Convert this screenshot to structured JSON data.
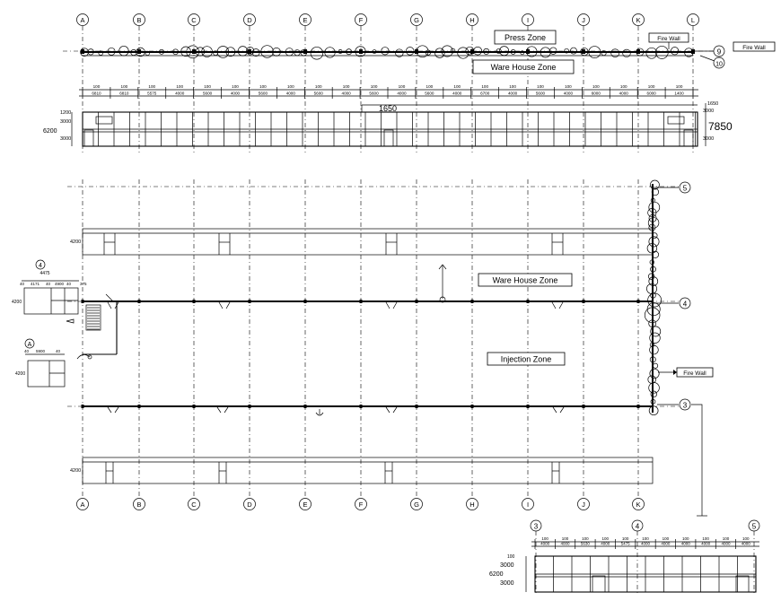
{
  "grid": {
    "letters": [
      "A",
      "B",
      "C",
      "D",
      "E",
      "F",
      "G",
      "H",
      "I",
      "J",
      "K",
      "L"
    ],
    "numbers_right": [
      "9",
      "10",
      "5",
      "4",
      "3"
    ],
    "detail_numbers": [
      "3",
      "4",
      "5"
    ],
    "left_detail_tags": [
      "4",
      "A"
    ]
  },
  "zones": {
    "press": "Press Zone",
    "warehouse_top": "Ware House Zone",
    "warehouse_main": "Ware House Zone",
    "injection": "Injection Zone",
    "fire_wall_top": "Fire Wall",
    "fire_wall_far": "Fire Wall",
    "fire_wall_side": "Fire Wall"
  },
  "elevation_top": {
    "dim_spacing": "100",
    "dims": [
      "6810",
      "6810",
      "5575",
      "4000",
      "5600",
      "4000",
      "5600",
      "4000",
      "5600",
      "4000",
      "5600",
      "4000",
      "5600",
      "4000",
      "6700",
      "4000",
      "5600",
      "4000",
      "6000",
      "4000",
      "6000",
      "1400"
    ],
    "level_left": "6200",
    "level_left_parts": [
      "1200",
      "3000",
      "3000"
    ],
    "level_right_parts": [
      "1650",
      "3000",
      "3000"
    ],
    "level_right": "7850",
    "level_mid": "1650"
  },
  "section_heights": {
    "top_section": "4200",
    "bottom_section": "4200",
    "left_detail_1": "4200",
    "left_detail_2": "4200"
  },
  "left_detail_dims": {
    "top": "4475",
    "parts": [
      "40",
      "4171",
      "40",
      "4900",
      "40",
      "375"
    ],
    "bottom_parts": [
      "40",
      "5900",
      "40"
    ]
  },
  "elevation_bottom": {
    "dim_spacing": "100",
    "dims": [
      "4000",
      "4000",
      "5630",
      "4000",
      "5475",
      "4000",
      "4000",
      "4000",
      "4000",
      "4000",
      "4000"
    ],
    "level": "6200",
    "parts": [
      "100",
      "3000",
      "3000"
    ]
  }
}
